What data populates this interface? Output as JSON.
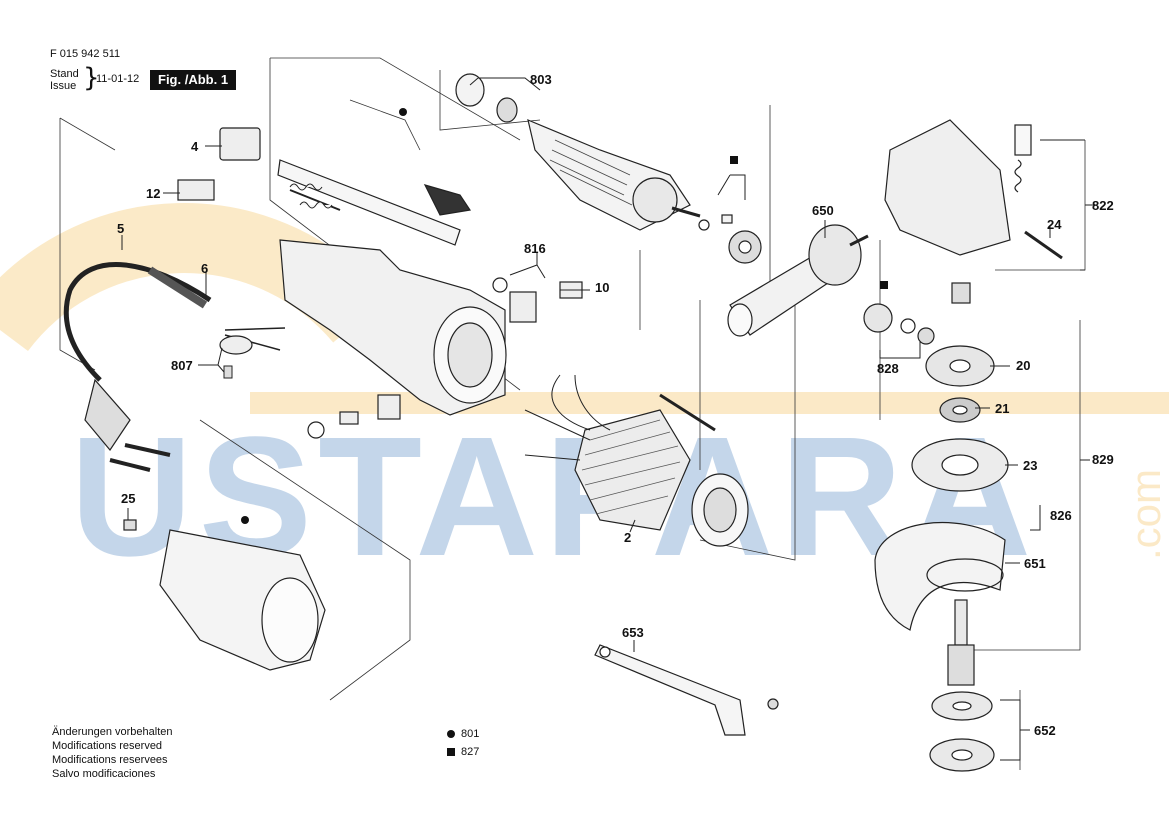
{
  "header": {
    "doc_number": "F 015 942 511",
    "stand": "Stand",
    "issue": "Issue",
    "date": "11-01-12",
    "figure": "Fig. /Abb. 1"
  },
  "modifications": [
    "Änderungen vorbehalten",
    "Modifications reserved",
    "Modifications reservees",
    "Salvo modificaciones"
  ],
  "legend": [
    {
      "symbol": "dot",
      "label": "801"
    },
    {
      "symbol": "square",
      "label": "827"
    }
  ],
  "watermark": {
    "text": "USTAPARA",
    "suffix": ".com",
    "color_blue": "#2f6fb5",
    "color_orange": "#f2b23a"
  },
  "callouts": {
    "c803": "803",
    "c4": "4",
    "c12": "12",
    "c5": "5",
    "c6": "6",
    "c807": "807",
    "c816": "816",
    "c10": "10",
    "c650": "650",
    "c822": "822",
    "c24": "24",
    "c20": "20",
    "c828": "828",
    "c21": "21",
    "c829": "829",
    "c23": "23",
    "c826": "826",
    "c651": "651",
    "c2": "2",
    "c25": "25",
    "c653": "653",
    "c652": "652"
  }
}
